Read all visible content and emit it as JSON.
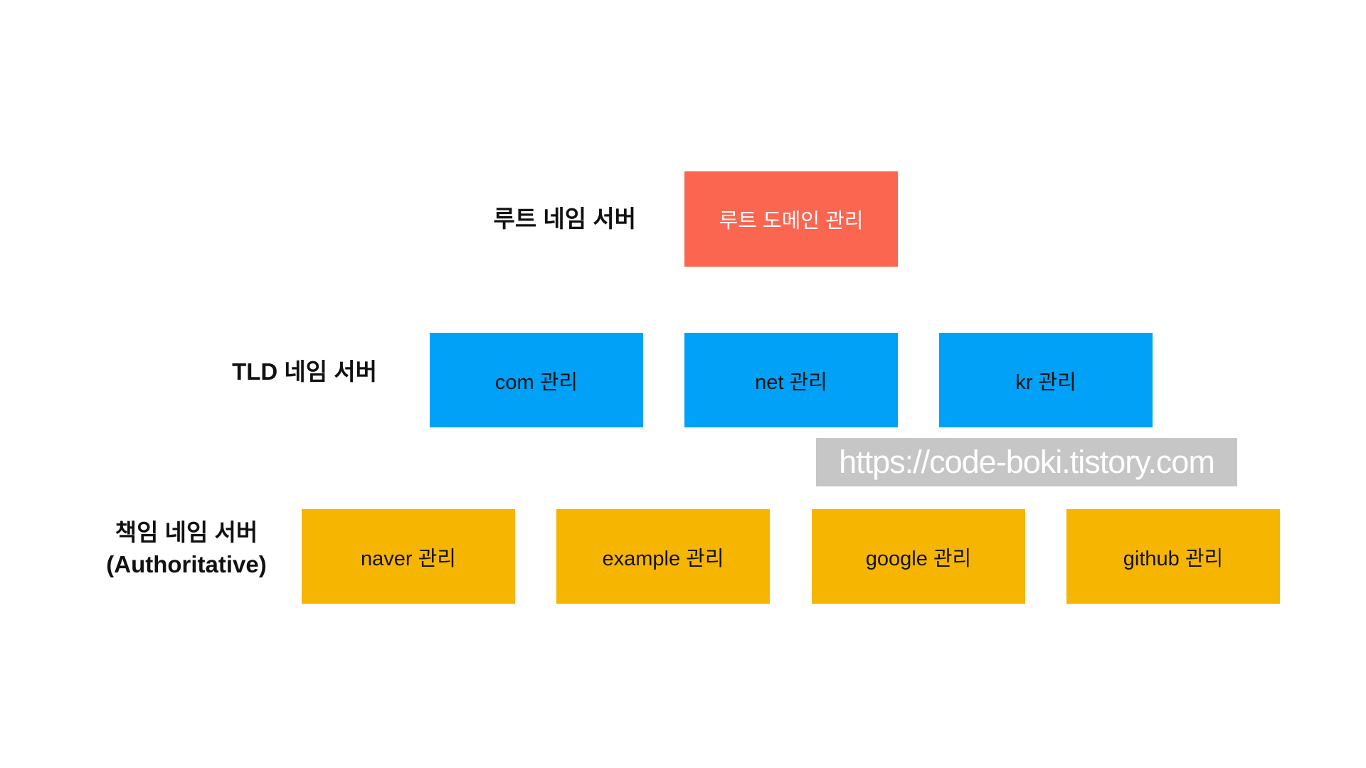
{
  "diagram": {
    "background_color": "#FFFFFF",
    "rows": {
      "root": {
        "label": "루트 네임 서버",
        "box_color": "#FB6651",
        "box_text_color": "#FFFFFF",
        "boxes": [
          {
            "text": "루트 도메인 관리"
          }
        ]
      },
      "tld": {
        "label": "TLD 네임 서버",
        "box_color": "#00A1F6",
        "box_text_color": "#111111",
        "boxes": [
          {
            "text": "com 관리"
          },
          {
            "text": "net 관리"
          },
          {
            "text": "kr 관리"
          }
        ]
      },
      "authoritative": {
        "label_line1": "책임 네임 서버",
        "label_line2": "(Authoritative)",
        "box_color": "#F6B500",
        "box_text_color": "#111111",
        "boxes": [
          {
            "text": "naver 관리"
          },
          {
            "text": "example 관리"
          },
          {
            "text": "google 관리"
          },
          {
            "text": "github 관리"
          }
        ]
      }
    }
  },
  "watermark": {
    "text": "https://code-boki.tistory.com",
    "background_color": "#C6C6C6",
    "text_color": "#FFFFFF"
  }
}
